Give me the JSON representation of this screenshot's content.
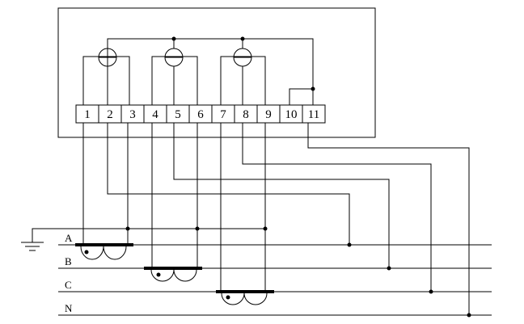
{
  "terminals": [
    "1",
    "2",
    "3",
    "4",
    "5",
    "6",
    "7",
    "8",
    "9",
    "10",
    "11"
  ],
  "phases": [
    "A",
    "B",
    "C",
    "N"
  ],
  "icons": {
    "meter_element": "circle-with-horizontal-line",
    "current_transformer": "ct-coil-bar",
    "ground": "ground-symbol"
  }
}
